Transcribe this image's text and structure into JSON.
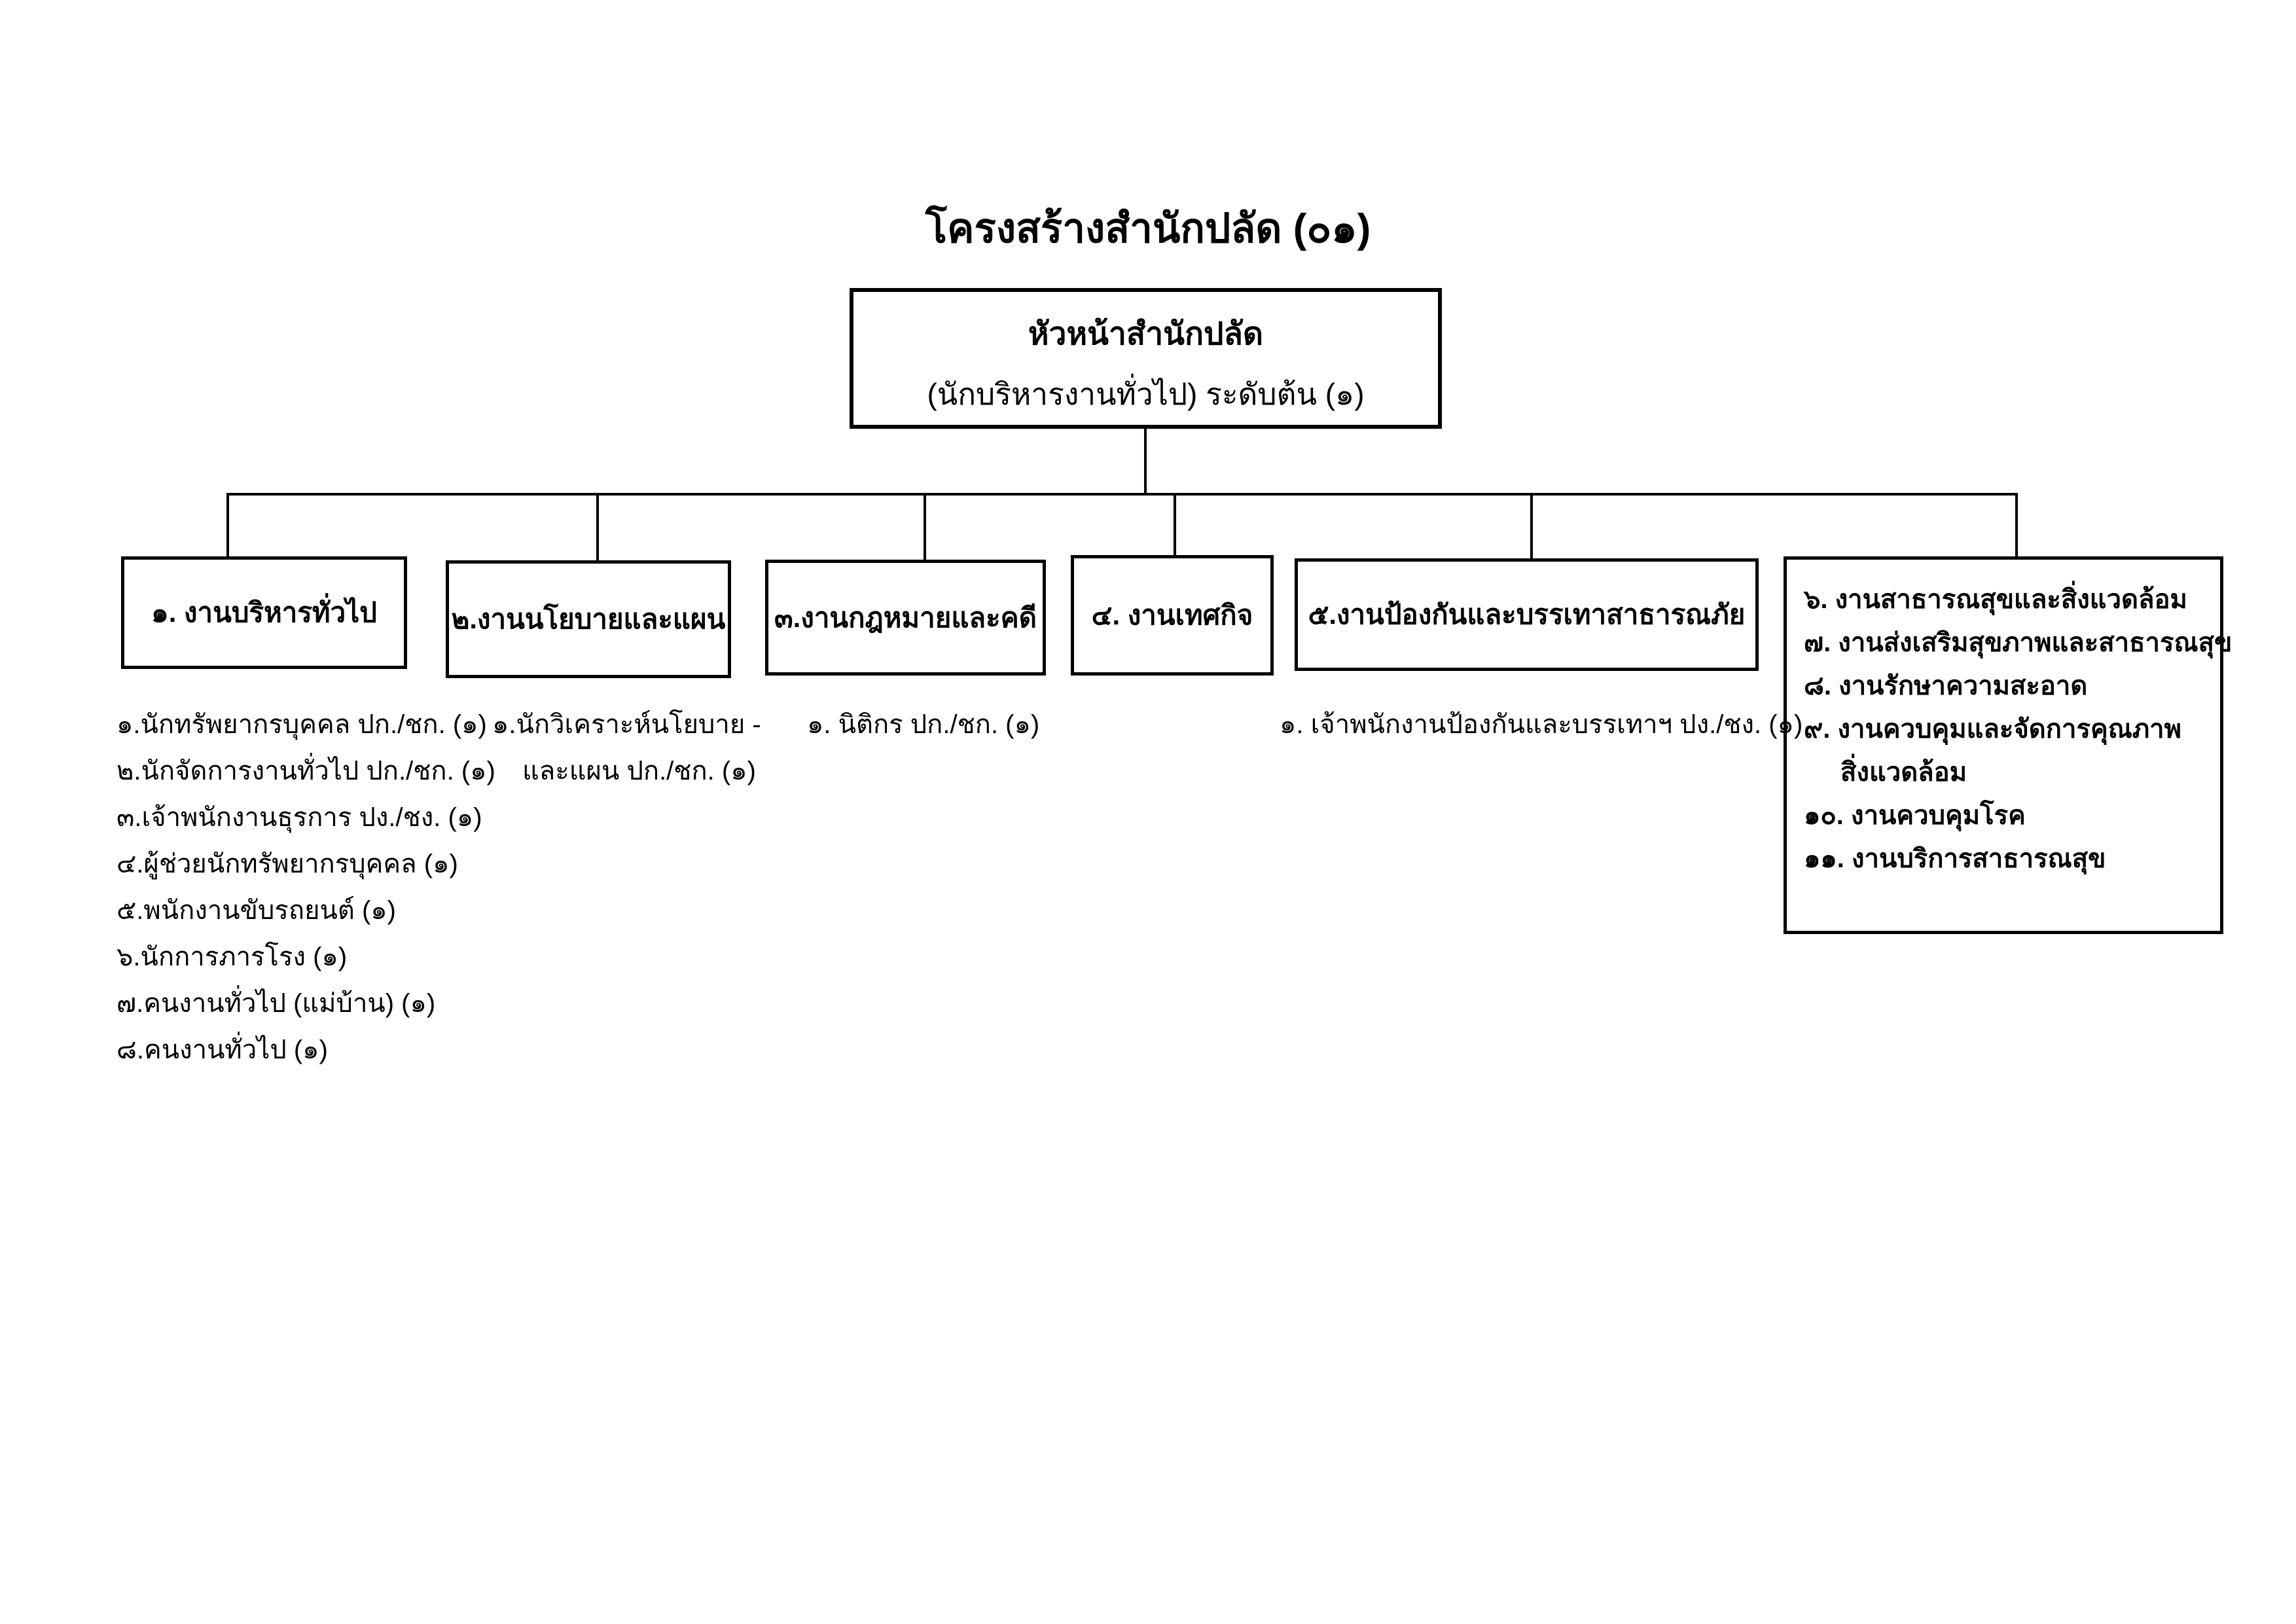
{
  "title": "โครงสร้างสำนักปลัด (๐๑)",
  "colors": {
    "background": "#ffffff",
    "text": "#000000",
    "line": "#000000"
  },
  "root_box": {
    "line1": "หัวหน้าสำนักปลัด",
    "line2": "(นักบริหารงานทั่วไป) ระดับต้น (๑)"
  },
  "departments": [
    {
      "label": "๑. งานบริหารทั่วไป",
      "staff": [
        "๑.นักทรัพยากรบุคคล ปก./ชก. (๑)",
        "๒.นักจัดการงานทั่วไป ปก./ชก. (๑)",
        "๓.เจ้าพนักงานธุรการ ปง./ชง. (๑)",
        "๔.ผู้ช่วยนักทรัพยากรบุคคล (๑)",
        "๕.พนักงานขับรถยนต์ (๑)",
        "๖.นักการภารโรง (๑)",
        "๗.คนงานทั่วไป (แม่บ้าน) (๑)",
        "๘.คนงานทั่วไป (๑)"
      ]
    },
    {
      "label": "๒.งานนโยบายและแผน",
      "staff": [
        "๑.นักวิเคราะห์นโยบาย -",
        "และแผน ปก./ชก. (๑)"
      ]
    },
    {
      "label": "๓.งานกฎหมายและคดี",
      "staff": [
        "๑. นิติกร ปก./ชก. (๑)"
      ]
    },
    {
      "label": "๔. งานเทศกิจ",
      "staff": []
    },
    {
      "label": "๕.งานป้องกันและบรรเทาสาธารณภัย",
      "staff": [
        "๑. เจ้าพนักงานป้องกันและบรรเทาฯ ปง./ชง. (๑)"
      ]
    }
  ],
  "public_health_box": {
    "lines": [
      {
        "text": "๖. งานสาธารณสุขและสิ่งแวดล้อม"
      },
      {
        "text": "๗. งานส่งเสริมสุขภาพและสาธารณสุข"
      },
      {
        "text": "๘. งานรักษาความสะอาด"
      },
      {
        "text": "๙. งานควบคุมและจัดการคุณภาพ"
      },
      {
        "text": "สิ่งแวดล้อม"
      },
      {
        "text": "๑๐. งานควบคุมโรค"
      },
      {
        "text": "๑๑. งานบริการสาธารณสุข"
      }
    ]
  }
}
